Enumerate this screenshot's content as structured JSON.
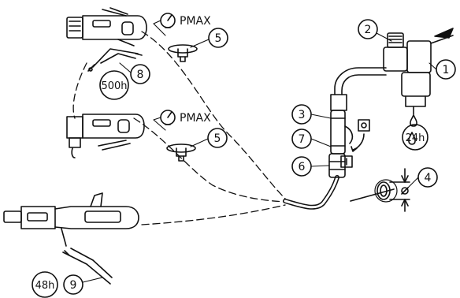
{
  "labels": {
    "pmax_top": "PMAX",
    "pmax_mid": "PMAX",
    "callout_1": "1",
    "callout_2": "2",
    "callout_3": "3",
    "callout_4": "4",
    "callout_5_top": "5",
    "callout_5_mid": "5",
    "callout_6": "6",
    "callout_7": "7",
    "callout_8": "8",
    "callout_9": "9",
    "interval_500h": "500h",
    "interval_24h": "24h",
    "interval_48h": "48h"
  }
}
